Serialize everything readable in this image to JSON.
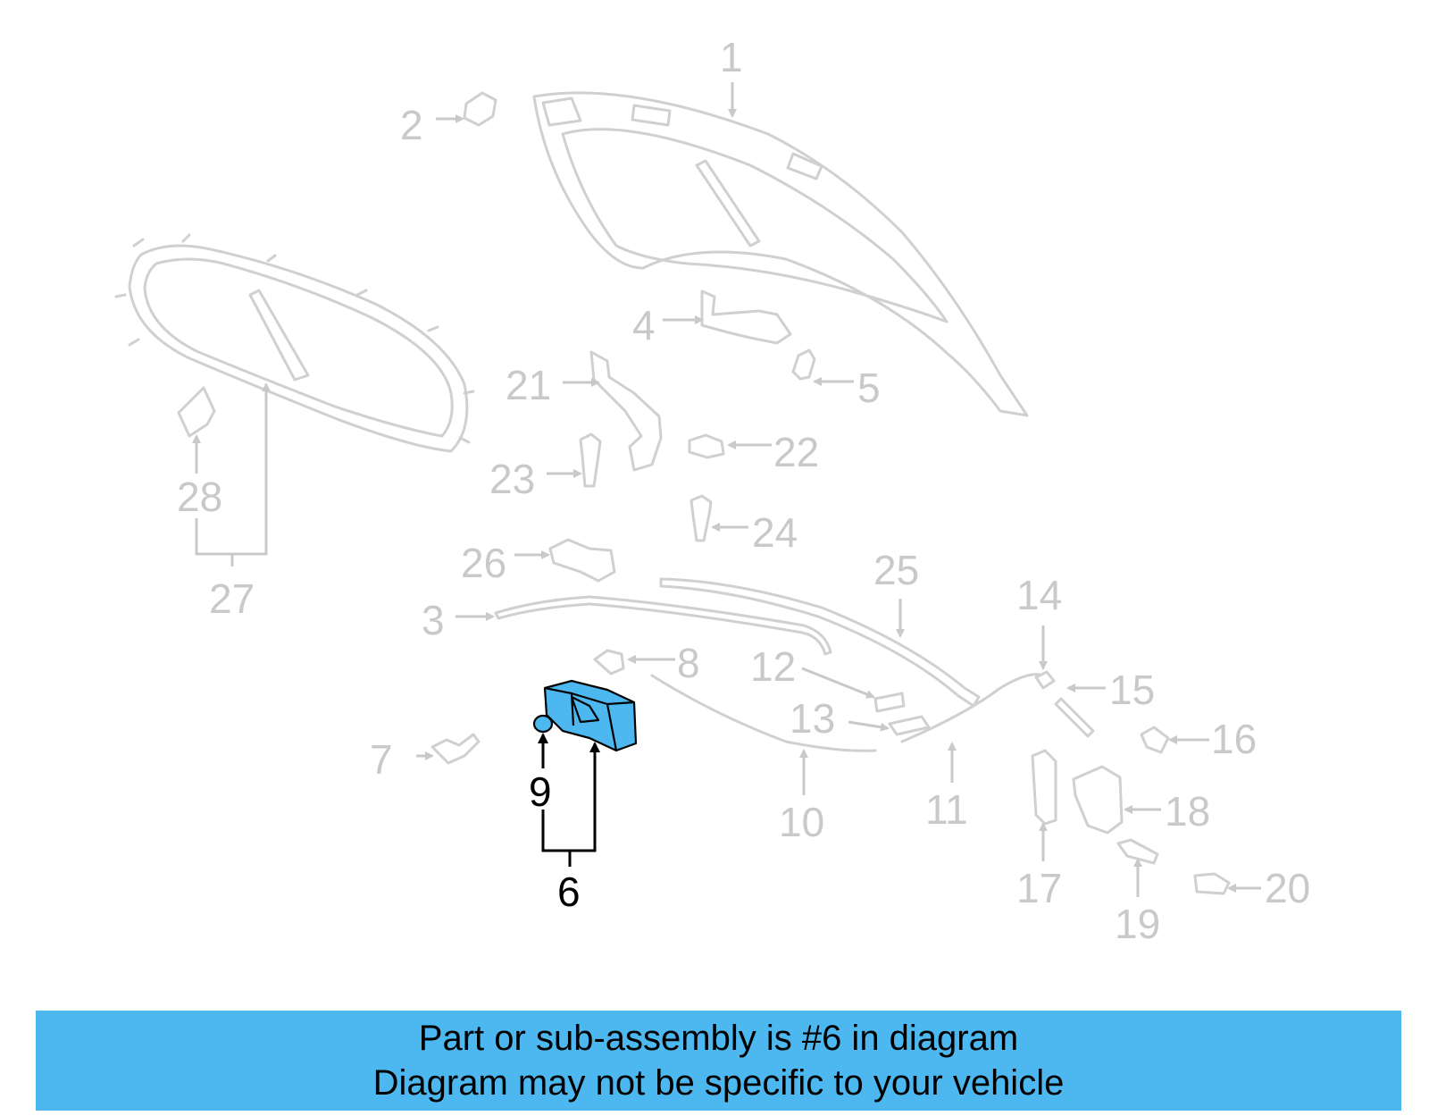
{
  "diagram": {
    "highlighted_part": "6",
    "callouts": [
      "1",
      "2",
      "3",
      "4",
      "5",
      "6",
      "7",
      "8",
      "9",
      "10",
      "11",
      "12",
      "13",
      "14",
      "15",
      "16",
      "17",
      "18",
      "19",
      "20",
      "21",
      "22",
      "23",
      "24",
      "25",
      "26",
      "27",
      "28"
    ],
    "colors": {
      "highlight": "#4db8f0",
      "faded": "#d0d0d0",
      "ink": "#000000"
    }
  },
  "banner": {
    "line1": "Part or sub-assembly is #6 in diagram",
    "line2": "Diagram may not be specific to your vehicle"
  }
}
